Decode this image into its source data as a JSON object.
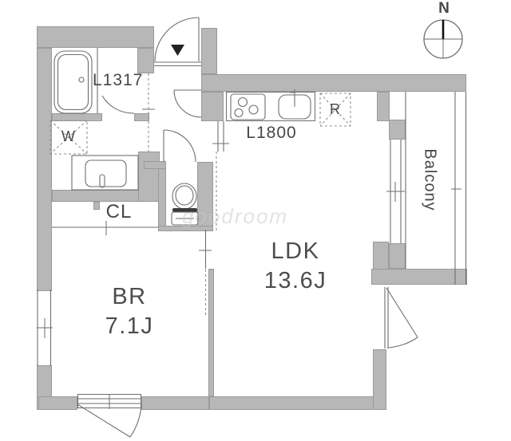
{
  "compass": {
    "label": "N"
  },
  "rooms": {
    "bedroom": {
      "name": "BR",
      "size": "7.1J"
    },
    "ldk": {
      "name": "LDK",
      "size": "13.6J"
    },
    "balcony": {
      "name": "Balcony"
    },
    "closet": {
      "name": "CL"
    }
  },
  "labels": {
    "bath": "L1317",
    "washer": "W",
    "kitchen": "L1800",
    "fridge": "R"
  },
  "watermark": {
    "text": "goodroom"
  },
  "colors": {
    "wall_fill": "#b7b7b7",
    "wall_edge": "#9a9a9a",
    "line": "#6e6e6e",
    "text": "#474747",
    "entrance_marker": "#222222"
  }
}
